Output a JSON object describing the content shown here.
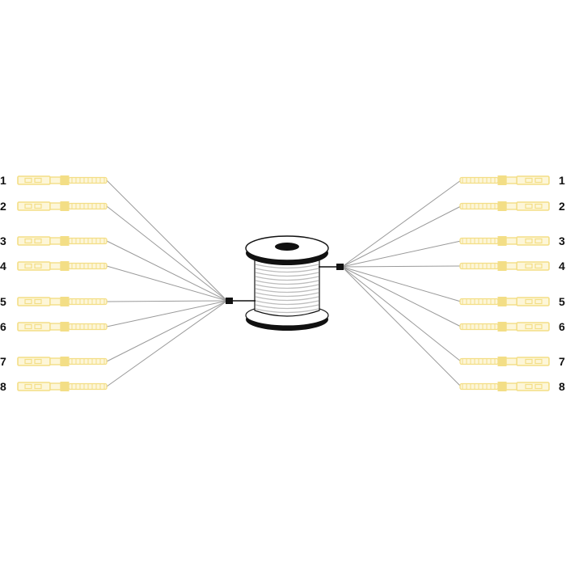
{
  "diagram": {
    "left_ports": [
      "1",
      "2",
      "3",
      "4",
      "5",
      "6",
      "7",
      "8"
    ],
    "right_ports": [
      "1",
      "2",
      "3",
      "4",
      "5",
      "6",
      "7",
      "8"
    ]
  },
  "colors": {
    "connector": "#f3de86",
    "connector_fill": "#fdf6d8",
    "fiber": "#9a9a9a",
    "spool_dark": "#111111",
    "spool_cable": "#bdbdbd"
  }
}
